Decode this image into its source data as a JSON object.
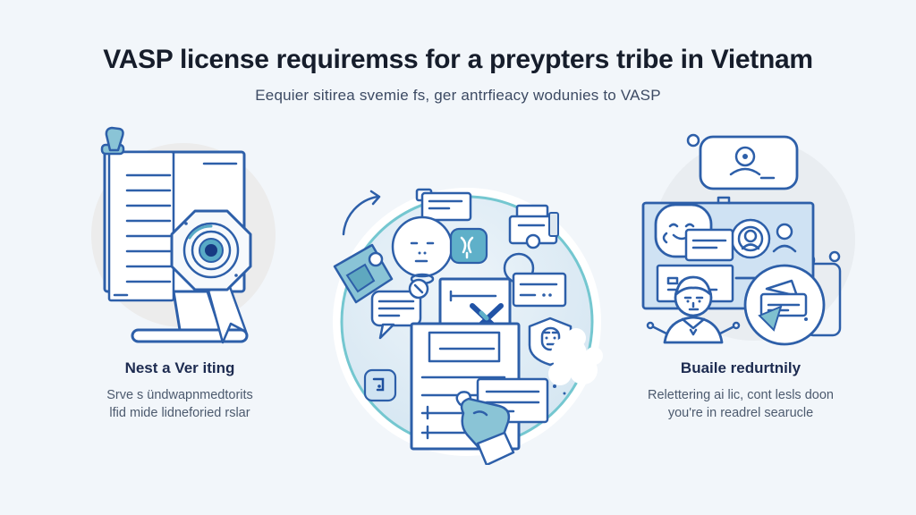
{
  "header": {
    "title": "VASP license requiremss for a preypters tribe in Vietnam",
    "subtitle": "Eequier sitirea svemie fs, ger antrfieacy wodunies to VASP"
  },
  "sections": {
    "left": {
      "heading": "Nest a Ver iting",
      "description_line1": "Srve s ündwapnmedtorits",
      "description_line2": "lfid mide lidneforied rslar",
      "illustration": "certificate-document-with-seal-on-monitor"
    },
    "center": {
      "illustration": "license-application-documents-with-stamp"
    },
    "right": {
      "heading": "Buaile redurtnily",
      "description_line1": "Relettering ai lic, cont lesls doon",
      "description_line2": "you're in readrel searucle",
      "illustration": "online-portal-user-registration"
    }
  },
  "colors": {
    "background": "#f2f6fa",
    "title_text": "#161d2b",
    "subtitle_text": "#3c4a63",
    "heading_text": "#1d2b50",
    "body_text": "#4c5a6e",
    "line_art": "#2d5fa9",
    "accent_teal": "#7fbfd2",
    "circle_gray": "#ececec",
    "circle_ring_teal": "#74c7d0"
  }
}
